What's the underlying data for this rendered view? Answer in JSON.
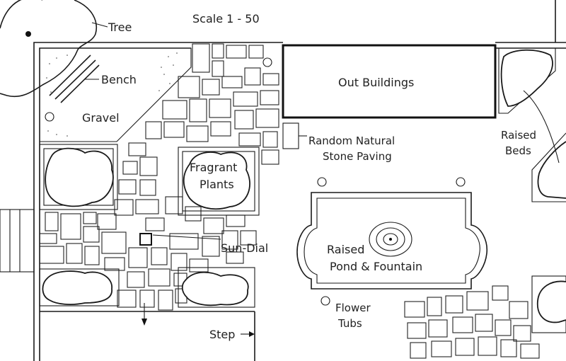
{
  "labels": {
    "scale": "Scale 1 - 50",
    "tree": "Tree",
    "bench": "Bench",
    "gravel": "Gravel",
    "out_buildings": "Out Buildings",
    "random_paving_1": "Random Natural",
    "random_paving_2": "Stone Paving",
    "raised_beds_1": "Raised",
    "raised_beds_2": "Beds",
    "fragrant_1": "Fragrant",
    "fragrant_2": "Plants",
    "sun_dial": "Sun-Dial",
    "pond_1": "Raised",
    "pond_2": "Pond & Fountain",
    "flower_tubs_1": "Flower",
    "flower_tubs_2": "Tubs",
    "step": "Step"
  },
  "colors": {
    "ink": "#1a1a1a",
    "paper": "#ffffff"
  }
}
